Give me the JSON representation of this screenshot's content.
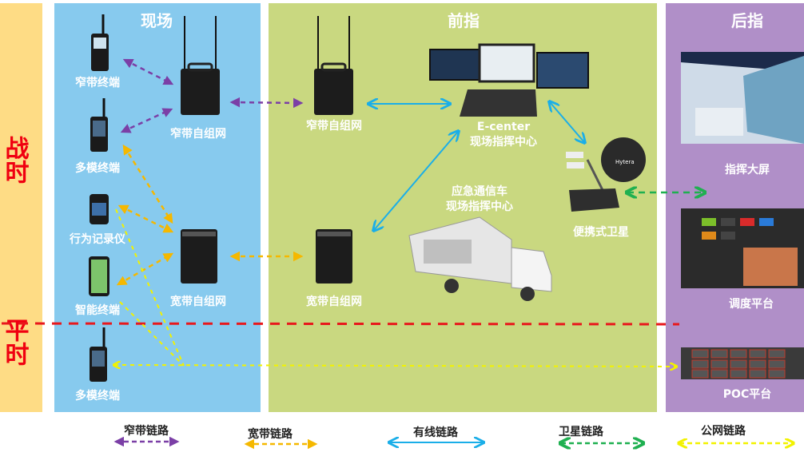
{
  "colors": {
    "era_strip": "#FEDC85",
    "field_panel": "#87CAEE",
    "front_panel": "#C9D880",
    "rear_panel": "#B08FC8",
    "era_text": "#F00010",
    "narrowband": "#7B3FA6",
    "broadband": "#F5B800",
    "wired": "#1AAEE8",
    "satellite": "#1FB050",
    "public": "#F2F200",
    "divider": "#E8181C"
  },
  "eras": {
    "wartime": "战时",
    "peacetime": "平时"
  },
  "sections": {
    "field": "现场",
    "front": "前指",
    "rear": "后指"
  },
  "field": {
    "narrowband_terminal": "窄带终端",
    "multimode_terminal": "多模终端",
    "body_camera": "行为记录仪",
    "smart_terminal": "智能终端",
    "narrowband_mesh": "窄带自组网",
    "broadband_mesh": "宽带自组网",
    "multimode_terminal_peace": "多模终端"
  },
  "front": {
    "narrowband_mesh": "窄带自组网",
    "broadband_mesh": "宽带自组网",
    "ecenter_line1": "E-center",
    "ecenter_line2": "现场指挥中心",
    "vehicle_line1": "应急通信车",
    "vehicle_line2": "现场指挥中心",
    "satellite": "便携式卫星",
    "satellite_brand": "Hytera"
  },
  "rear": {
    "big_screen": "指挥大屏",
    "dispatch": "调度平台",
    "poc": "POC平台"
  },
  "legend": [
    {
      "label": "窄带链路",
      "color": "#7B3FA6"
    },
    {
      "label": "宽带链路",
      "color": "#F5B800"
    },
    {
      "label": "有线链路",
      "color": "#1AAEE8"
    },
    {
      "label": "卫星链路",
      "color": "#1FB050"
    },
    {
      "label": "公网链路",
      "color": "#F2F200"
    }
  ]
}
